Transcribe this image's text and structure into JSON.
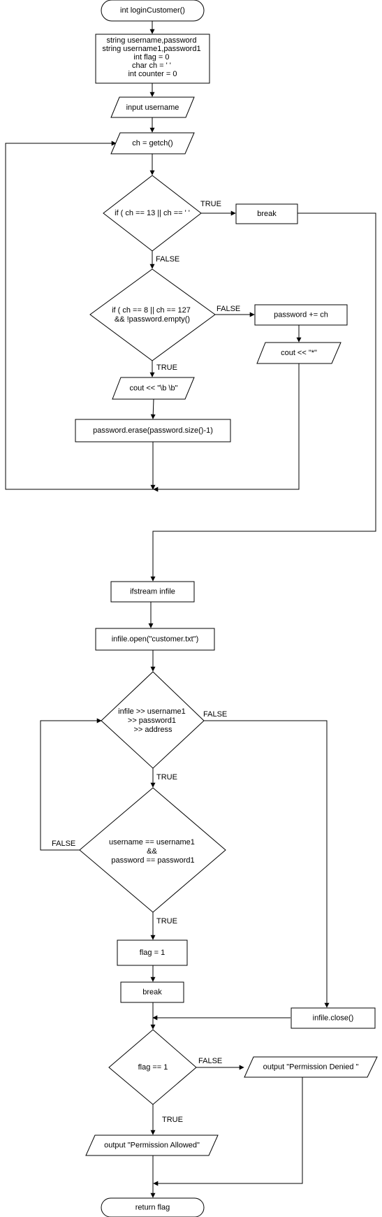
{
  "diagram": {
    "nodes": {
      "start": "int loginCustomer()",
      "decl": [
        "string username,password",
        "string username1,password1",
        "int flag = 0",
        "char ch = ' '",
        "int counter = 0"
      ],
      "input_username": "input username",
      "getch": "ch = getch()",
      "dec_enter": "if ( ch == 13 || ch == ' '",
      "break_top": "break",
      "dec_backspace": [
        "if ( ch == 8 || ch == 127",
        "&& !password.empty()"
      ],
      "password_add": "password += ch",
      "cout_star": "cout << \"*\"",
      "cout_backspace": "cout << \"\\b \\b\"",
      "password_erase": "password.erase(password.size()-1)",
      "ifstream": "ifstream infile",
      "infile_open": "infile.open(\"customer.txt\")",
      "dec_read": [
        "infile >> username1",
        ">> password1",
        ">> address"
      ],
      "dec_match": [
        "username == username1",
        "&&",
        "password == password1"
      ],
      "flag_set": "flag = 1",
      "break_bottom": "break",
      "infile_close": "infile.close()",
      "dec_flag": "flag == 1",
      "output_denied": "output \"Permission Denied \"",
      "output_allowed": "output \"Permission Allowed\"",
      "end": "return flag"
    },
    "edge_labels": {
      "enter_true": "TRUE",
      "enter_false": "FALSE",
      "backspace_false": "FALSE",
      "backspace_true": "TRUE",
      "read_false": "FALSE",
      "read_true": "TRUE",
      "match_false": "FALSE",
      "match_true": "TRUE",
      "flag_false": "FALSE",
      "flag_true": "TRUE"
    }
  }
}
